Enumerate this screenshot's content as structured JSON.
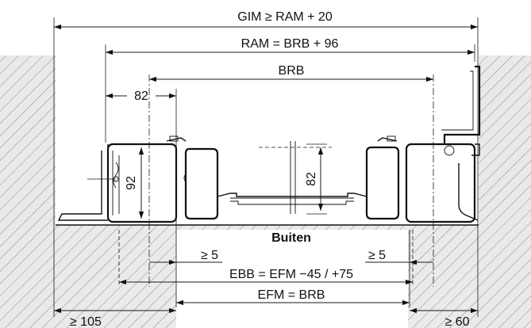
{
  "dimensions": {
    "gim": "GIM ≥ RAM + 20",
    "ram": "RAM = BRB + 96",
    "brb": "BRB",
    "w82": "82",
    "h92": "92",
    "h82": "82",
    "gap_left": "≥ 5",
    "gap_right": "≥ 5",
    "ebb": "EBB = EFM −45 / +75",
    "efm": "EFM = BRB",
    "min_left": "≥ 105",
    "min_right": "≥ 60"
  },
  "labels": {
    "outside": "Buiten"
  }
}
